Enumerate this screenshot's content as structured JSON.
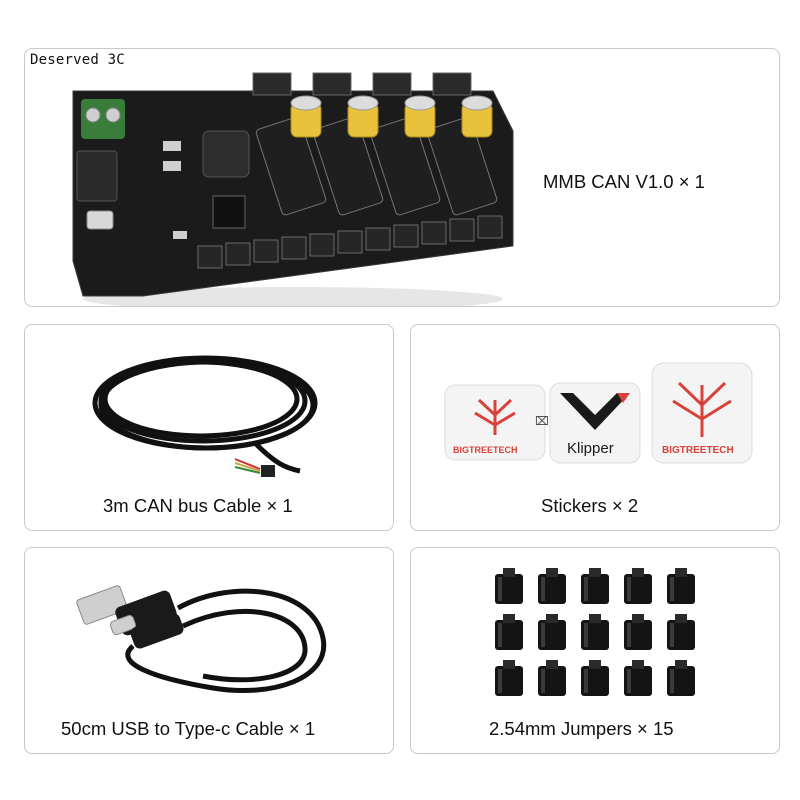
{
  "watermark": "Deserved 3C",
  "board": {
    "brand": "BIGTREETECH",
    "caption": "MMB CAN V1.0 × 1"
  },
  "cable": {
    "caption": "3m CAN bus Cable × 1"
  },
  "stickers": {
    "caption": "Stickers × 2",
    "left_brand": "BIGTREETECH",
    "klipper": "Klipper",
    "right_brand": "BIGTREETECH"
  },
  "usb": {
    "caption": "50cm USB to Type-c Cable × 1"
  },
  "jumpers": {
    "caption": "2.54mm Jumpers × 15",
    "count": 15
  },
  "colors": {
    "border": "#c9c9c9",
    "pcb": "#1b1b1b",
    "capacitor": "#e8c23a",
    "accent_red": "#d9423a"
  }
}
